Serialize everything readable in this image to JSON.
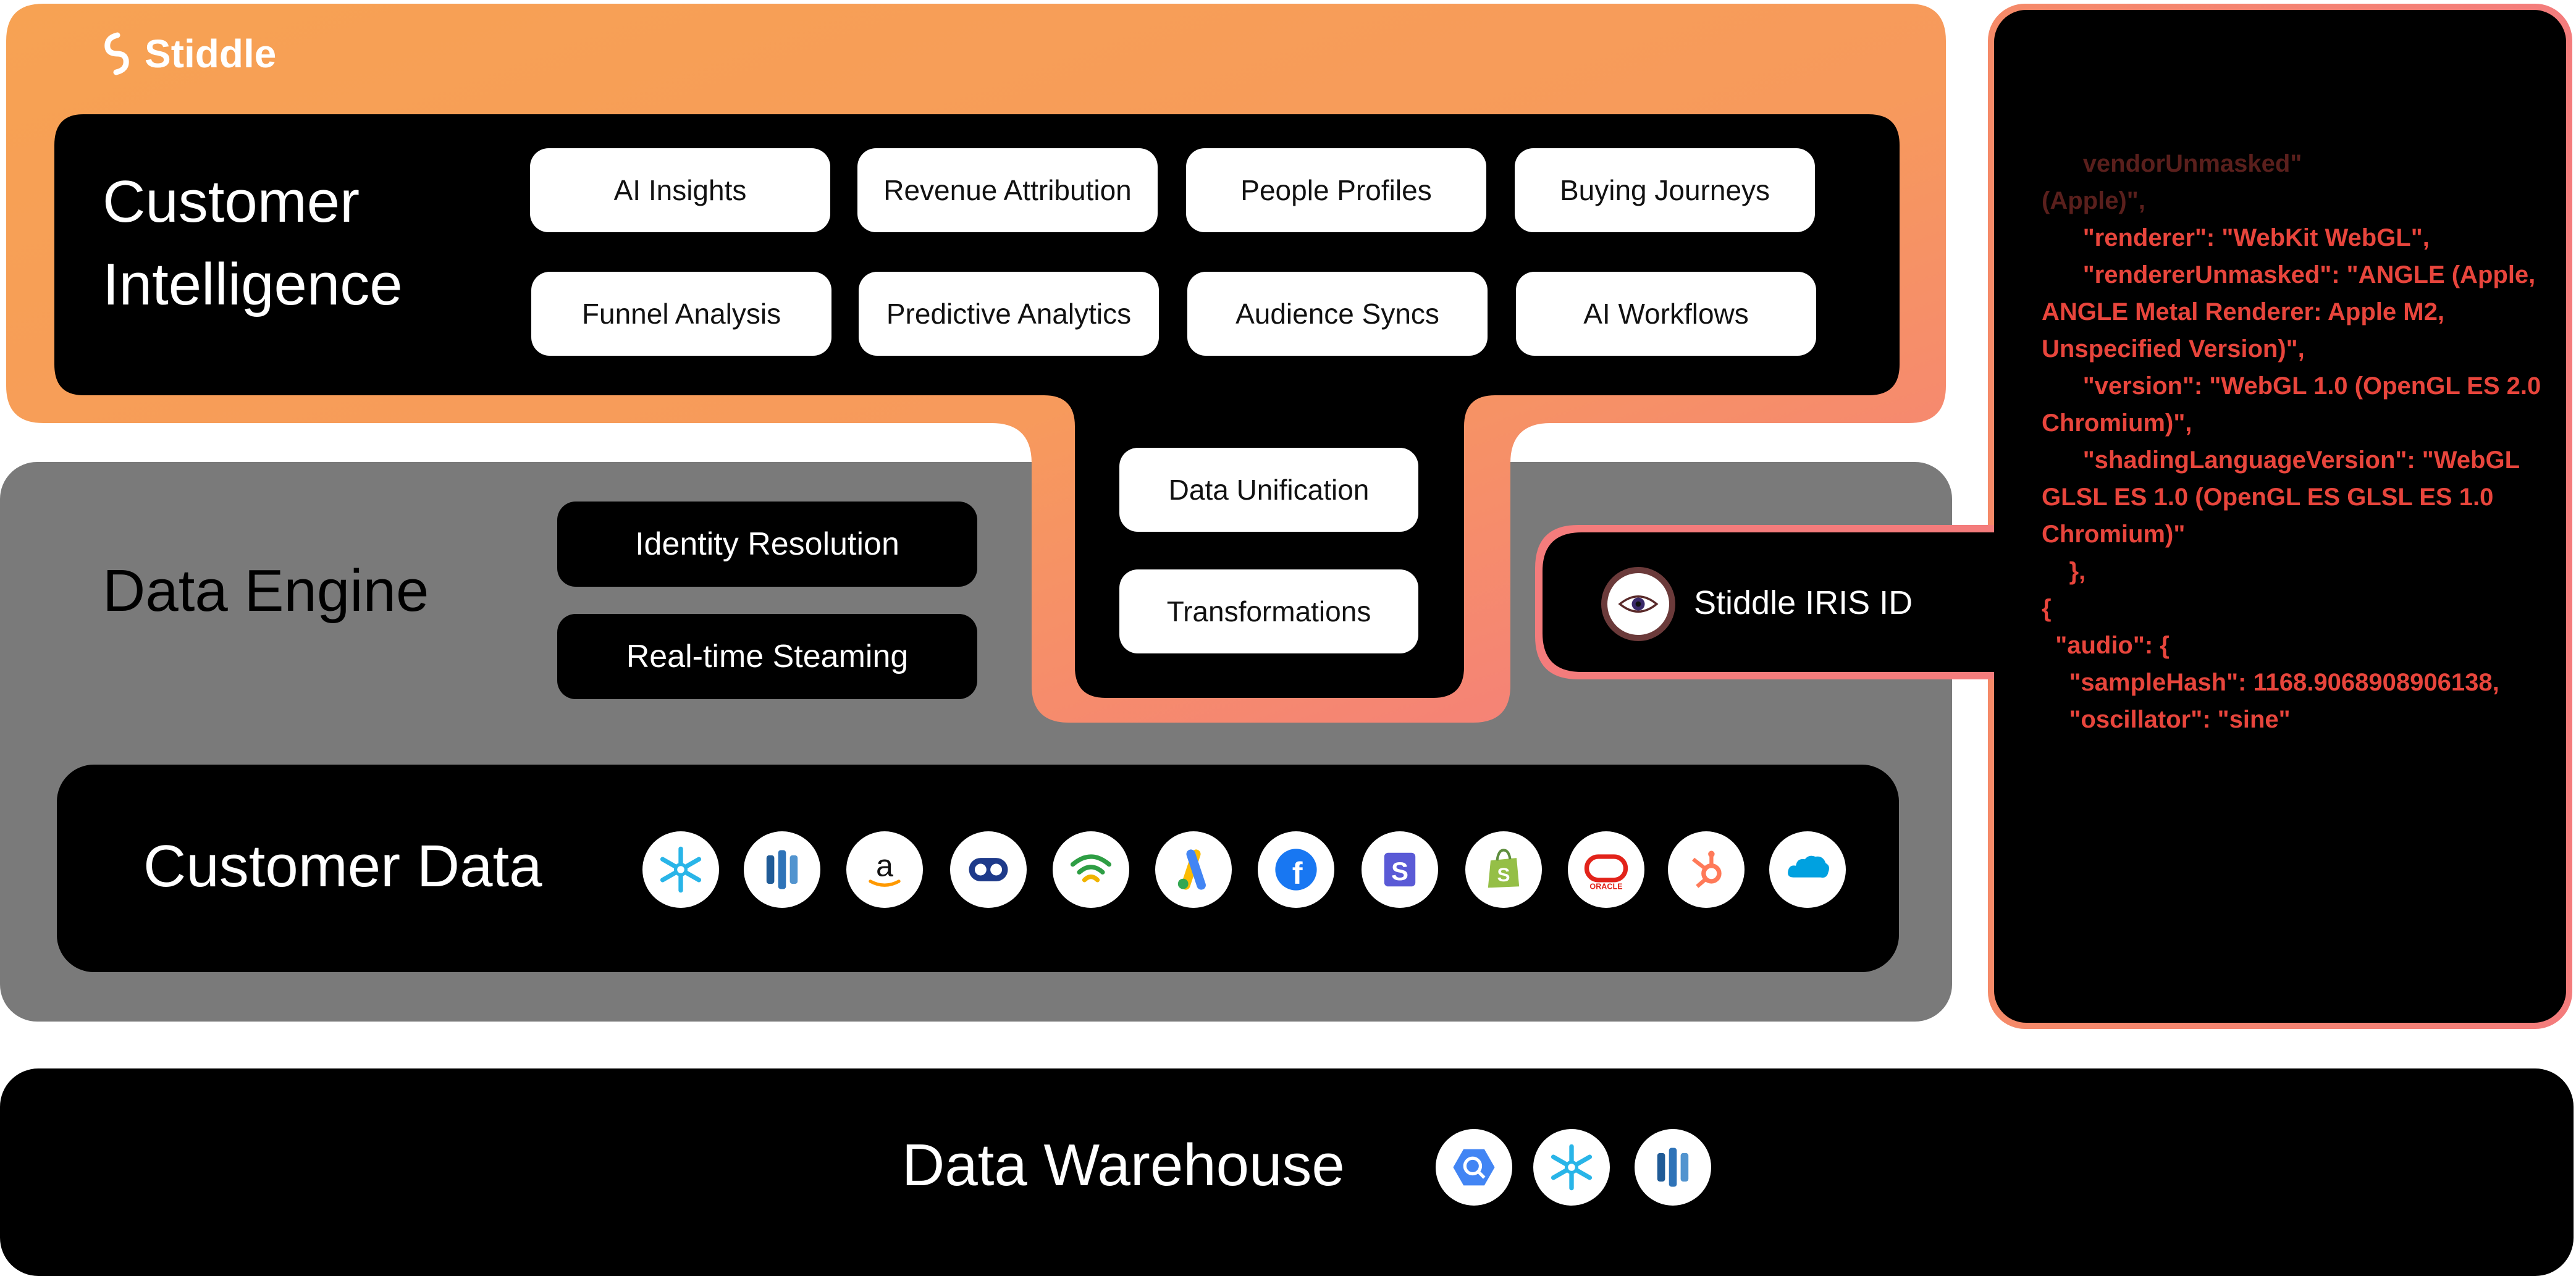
{
  "brand": {
    "name": "Stiddle"
  },
  "colors": {
    "orange_start": "#f7a253",
    "orange_end": "#f47c7c",
    "grey": "#7a7a7a",
    "code_red": "#e8453c"
  },
  "customer_intelligence": {
    "title_line1": "Customer",
    "title_line2": "Intelligence",
    "features": [
      "AI Insights",
      "Revenue Attribution",
      "People Profiles",
      "Buying Journeys",
      "Funnel Analysis",
      "Predictive Analytics",
      "Audience Syncs",
      "AI Workflows"
    ]
  },
  "connector": {
    "items": [
      "Data Unification",
      "Transformations"
    ]
  },
  "data_engine": {
    "title": "Data Engine",
    "items": [
      "Identity Resolution",
      "Real-time Steaming"
    ]
  },
  "customer_data": {
    "title": "Customer Data",
    "sources": [
      {
        "icon": "snowflake-icon",
        "color": "#29b5e8"
      },
      {
        "icon": "redshift-icon",
        "color": "#2e5bd9"
      },
      {
        "icon": "amazon-icon",
        "color": "#111111"
      },
      {
        "icon": "mixpanel-icon",
        "color": "#1e3a8a"
      },
      {
        "icon": "wifi-signal-icon",
        "color": "#2e9e44"
      },
      {
        "icon": "google-ads-icon",
        "color": "#fbbc04"
      },
      {
        "icon": "facebook-icon",
        "color": "#1877f2"
      },
      {
        "icon": "segment-icon",
        "color": "#5a5ad6"
      },
      {
        "icon": "shopify-icon",
        "color": "#95bf47"
      },
      {
        "icon": "oracle-icon",
        "color": "#e2231a"
      },
      {
        "icon": "hubspot-icon",
        "color": "#ff7a59"
      },
      {
        "icon": "salesforce-icon",
        "color": "#00a1e0"
      }
    ]
  },
  "iris": {
    "label": "Stiddle IRIS ID",
    "icon": "eye-icon"
  },
  "fingerprint_code": [
    {
      "text": "      vendorUnmasked\"",
      "faded": true
    },
    {
      "text": "(Apple)\",",
      "faded": true
    },
    {
      "text": "      \"renderer\": \"WebKit WebGL\",",
      "faded": false
    },
    {
      "text": "      \"rendererUnmasked\": \"ANGLE (Apple, ANGLE Metal Renderer: Apple M2, Unspecified Version)\",",
      "faded": false
    },
    {
      "text": "      \"version\": \"WebGL 1.0 (OpenGL ES 2.0 Chromium)\",",
      "faded": false
    },
    {
      "text": "      \"shadingLanguageVersion\": \"WebGL GLSL ES 1.0 (OpenGL ES GLSL ES 1.0 Chromium)\"",
      "faded": false
    },
    {
      "text": "    },",
      "faded": false
    },
    {
      "text": "{",
      "faded": false
    },
    {
      "text": "  \"audio\": {",
      "faded": false
    },
    {
      "text": "    \"sampleHash\": 1168.9068908906138,",
      "faded": false
    },
    {
      "text": "    \"oscillator\": \"sine\"",
      "faded": false
    }
  ],
  "data_warehouse": {
    "title": "Data Warehouse",
    "sources": [
      {
        "icon": "bigquery-icon",
        "color": "#4285f4"
      },
      {
        "icon": "snowflake-icon",
        "color": "#29b5e8"
      },
      {
        "icon": "redshift-icon",
        "color": "#2e5bd9"
      }
    ]
  }
}
